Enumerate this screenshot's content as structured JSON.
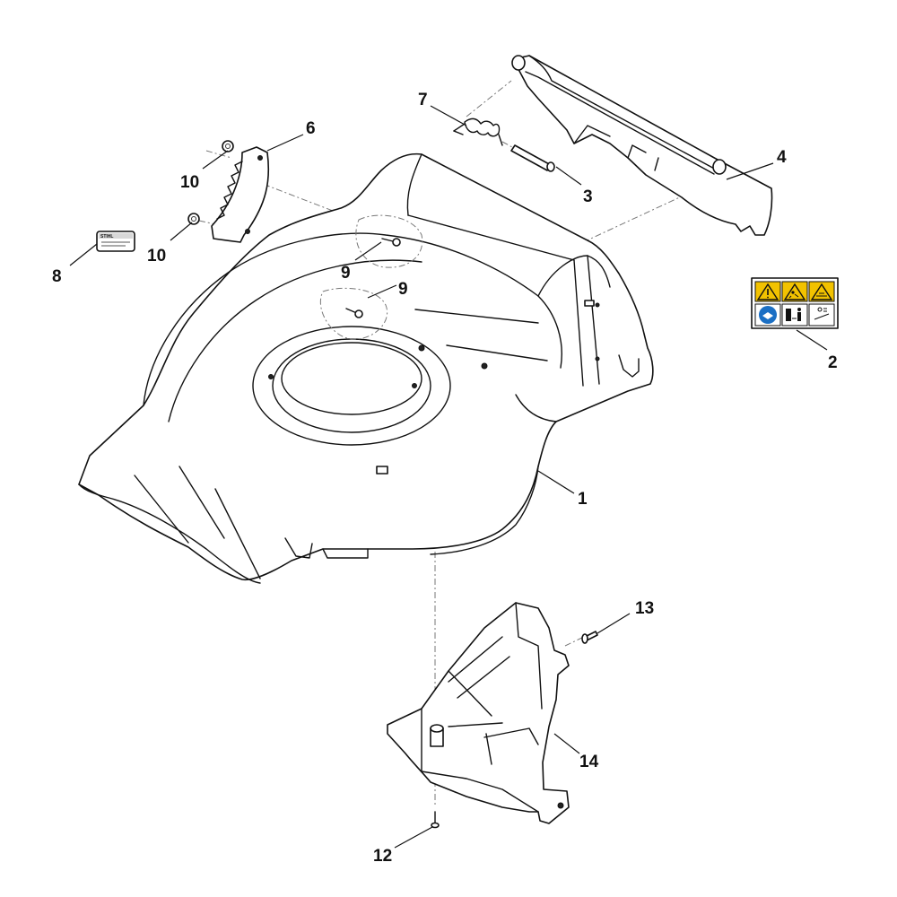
{
  "callouts": {
    "c1": "1",
    "c2": "2",
    "c3": "3",
    "c4": "4",
    "c6": "6",
    "c7": "7",
    "c8": "8",
    "c9a": "9",
    "c9b": "9",
    "c10a": "10",
    "c10b": "10",
    "c12": "12",
    "c13": "13",
    "c14": "14"
  },
  "label_text": "STIHL",
  "icons": {
    "warning_row": [
      "warning-triangle-icon",
      "thrown-object-warning-icon",
      "blade-warning-icon"
    ],
    "info_row": [
      "read-manual-icon",
      "keep-distance-icon",
      "disconnect-power-icon"
    ]
  },
  "colors": {
    "warning_yellow": "#f2c200",
    "manual_blue": "#1b6fc4",
    "line": "#111111"
  }
}
